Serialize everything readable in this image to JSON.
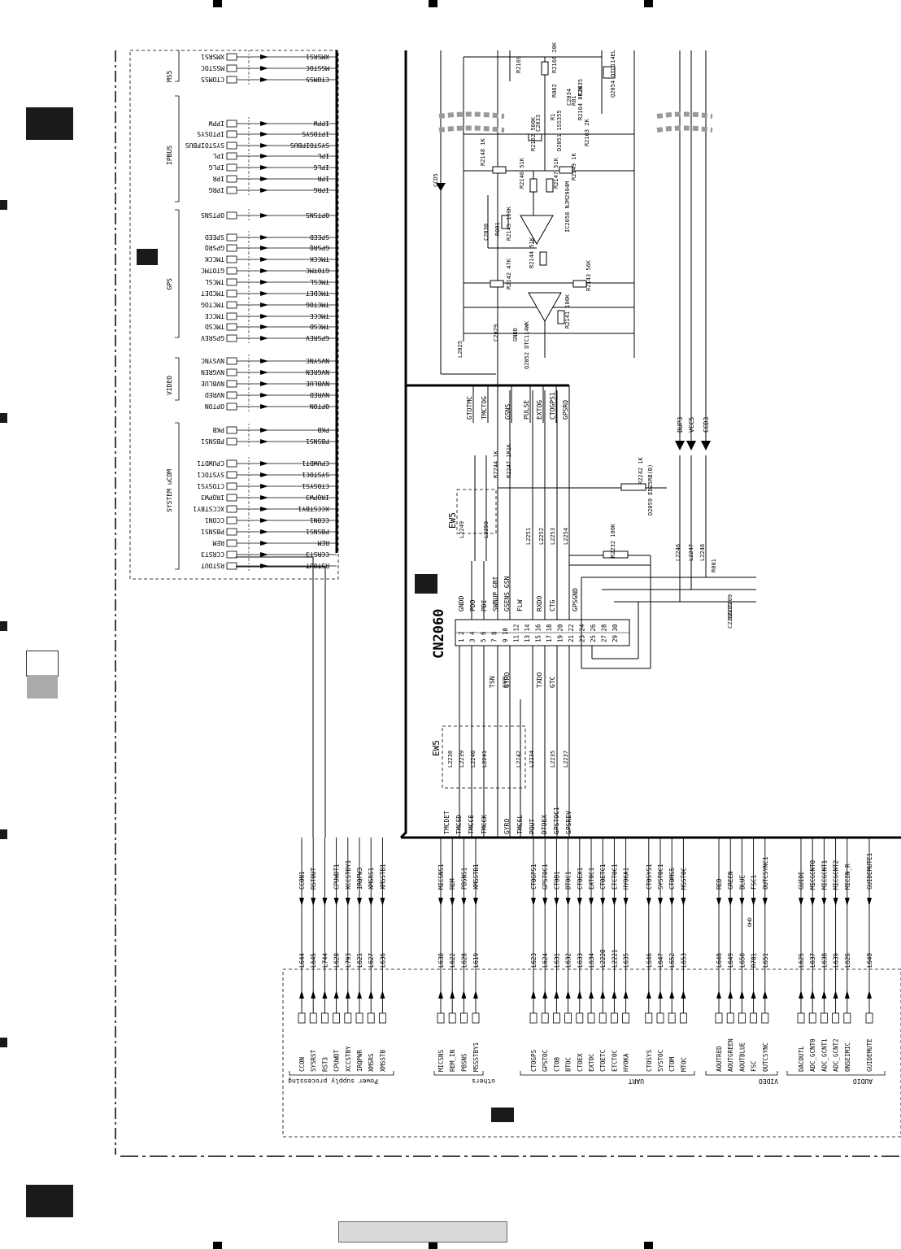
{
  "connector": {
    "name": "CN2060"
  },
  "ew_labels": [
    "EW5",
    "EW5"
  ],
  "top_left_groups": [
    {
      "name": "MS5",
      "signals": [
        "XMSRS1",
        "MSSTOC",
        "CTOMS5"
      ]
    },
    {
      "name": "IPBUS",
      "signals": [
        "IPPW",
        "IPTOSYS",
        "SYSTOIPBUS",
        "IPL",
        "IPLG",
        "IPR",
        "IPRG"
      ]
    },
    {
      "name": "GPS",
      "signals": [
        "OPTSNS",
        "SPEED",
        "GPSRQ",
        "TMCCK",
        "GTOTMC",
        "TMCSL",
        "TMCDET",
        "TMCTOG",
        "TMCCE",
        "TMCSD",
        "GPSREV"
      ]
    },
    {
      "name": "VIDEO",
      "signals": [
        "NVSYNC",
        "NVGREN",
        "NVBLUE",
        "NVRED",
        "OPTON"
      ]
    },
    {
      "name": "SYSTEM uCOM",
      "signals": [
        "PKB",
        "PBSNS1",
        "CPUWDT1",
        "SYSTOC1",
        "CTOSYS1",
        "IRQPW3",
        "XCCSTBY1",
        "CCON1",
        "PBSNS1",
        "REM",
        "CCRST3",
        "RSTOUT"
      ]
    }
  ],
  "top_center_signals": [
    "GTOTMC",
    "TMCTOG",
    "GSNS",
    "PULSE",
    "EXTOG",
    "CTOGPS1",
    "GPSRQ"
  ],
  "power_rails": [
    "BUP3",
    "VCC5",
    "CCD3"
  ],
  "connector_pins_left": [
    "TSN",
    "GYO",
    "GYRO",
    "",
    "TXDO",
    "GTC"
  ],
  "connector_pins_right": [
    "GNDD",
    "PDO",
    "PDI",
    "SWBUP GBI",
    "GSENS GSN",
    "FLW",
    "RXDO",
    "CTG",
    "GPSGND"
  ],
  "pin_numbers": [
    "1 2",
    "3 4",
    "5 6",
    "7 8",
    "9 10",
    "11 12",
    "13 14",
    "15 16",
    "17 18",
    "19 20",
    "21 22",
    "23 24",
    "25 26",
    "27 28",
    "29 30"
  ],
  "components": [
    "R2169",
    "R2166 20K",
    "R082",
    "Q2054 DTC114EL",
    "C2035",
    "C2034",
    "R01",
    "C2033",
    "R1",
    "R2164 8R2K",
    "R2163 2K",
    "R2162 560K",
    "D2051 1SS355",
    "R2148 1K",
    "R2146 51K",
    "R2147 51K",
    "R2149 1K",
    "C2030",
    "R001",
    "R2145 100K",
    "IC2058 NJM2904M",
    "R2144 51K",
    "R2142 47K",
    "R2143 56K",
    "R2141 100K",
    "C2029",
    "GNDD",
    "Q2052 DTC114WK",
    "L2025",
    "CCD5",
    "R2244 1K",
    "R2247 1R1K",
    "R2242 1K",
    "D2059 EDZ5RB(B)",
    "L2249",
    "L2250",
    "L2251",
    "L2252",
    "L2253",
    "L2254",
    "R2232 100K",
    "L2246",
    "L2247",
    "L2248",
    "R001",
    "C2209",
    "C2207",
    "C2206",
    "L2238",
    "L2239",
    "L2240",
    "L2241",
    "L2242",
    "L2234",
    "L2235",
    "L2237"
  ],
  "bus_groups": [
    {
      "name": "Power supply processing",
      "signals": [
        "CCON1",
        "RSTOUT",
        "",
        "CPUWDT1",
        "XCCSTBY1",
        "IRQPW3",
        "XMSRS1",
        "XMSSTB1"
      ],
      "inductors": [
        "L644",
        "L645",
        "L744",
        "L620",
        "L793",
        "L621",
        "L627",
        "L636"
      ],
      "pins": [
        "CCON",
        "SYSRST",
        "RST3",
        "CPUWDT",
        "XCCSTBY",
        "IRQPWR",
        "XMSRS",
        "XMSSTB"
      ]
    },
    {
      "name": "others",
      "signals": [
        "MICSNS1",
        "REM",
        "PBSNS1",
        "XMSSTB1"
      ],
      "inductors": [
        "L630",
        "L622",
        "L628",
        "L619"
      ],
      "pins": [
        "MICSNS",
        "REM_IN",
        "PBSNS",
        "MSSSTBY1"
      ]
    },
    {
      "name": "UART",
      "signals": [
        "CTOGPS1",
        "GPSTOC1",
        "CTOB1",
        "BTOC1",
        "CTOEX1",
        "EXTOC1",
        "CTOETC1",
        "ETCTOC1",
        "HYOKA1",
        "CTOSYS1",
        "SYSTOC1",
        "CTOMS5",
        "MSSTOC"
      ],
      "inductors": [
        "L623",
        "L624",
        "L631",
        "L632",
        "L633",
        "L634",
        "L2220",
        "L2221",
        "L635",
        "L646",
        "L647",
        "L652",
        "L653"
      ],
      "pins": [
        "CTOGPS",
        "GPSTOC",
        "CTOB",
        "BTOC",
        "CTOEX",
        "EXTOC",
        "CTOETC",
        "ETCTOC",
        "HYOKA",
        "CTOSYS",
        "SYSTOC",
        "CTOM",
        "MTOC"
      ]
    },
    {
      "name": "VIDEO",
      "signals": [
        "RED",
        "GREEN",
        "BLUE",
        "FSC1",
        "OUTCSYNC1"
      ],
      "inductors": [
        "L648",
        "L649",
        "L650",
        "R781",
        "L651"
      ],
      "pins": [
        "AOUTRED",
        "AOUTGREEN",
        "AOUTBLUE",
        "FSC",
        "OUTCSYNC"
      ]
    },
    {
      "name": "AUDIO",
      "signals": [
        "GUIDE",
        "MICGCNT0",
        "MICGCNT1",
        "MICGCNT2",
        "MICIN_R",
        "GUIDEMUTE1"
      ],
      "inductors": [
        "L625",
        "L637",
        "L638",
        "L639",
        "L626",
        "L640"
      ],
      "pins": [
        "DACOUTL",
        "ADC_GCNT0",
        "ADC_GCNT1",
        "ADC_GCNT2",
        "ONSEIMIC",
        "GUIDEMUTE"
      ]
    }
  ],
  "mid_bus_signals": [
    "TMCDET",
    "TMCSD",
    "TMCCE",
    "TMCCK",
    "GYRO",
    "TMCSL",
    "POUT",
    "DTOEX",
    "GPSTOC1",
    "GPSREV"
  ],
  "resistor_value_label": "OHD"
}
